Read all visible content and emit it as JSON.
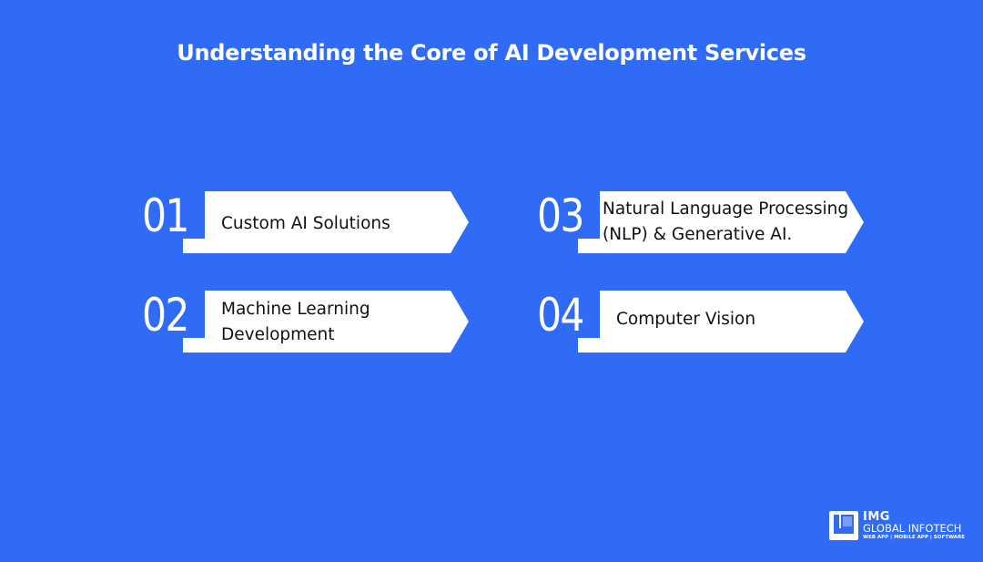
{
  "title": "Understanding the Core of AI Development Services",
  "colors": {
    "background": "#2f6bf5",
    "card": "#ffffff",
    "text": "#111111"
  },
  "cards": [
    {
      "number": "01",
      "lines": [
        "Custom AI Solutions"
      ]
    },
    {
      "number": "02",
      "lines": [
        "Machine Learning",
        "Development"
      ]
    },
    {
      "number": "03",
      "lines": [
        "Natural Language Processing",
        "(NLP) & Generative AI."
      ]
    },
    {
      "number": "04",
      "lines": [
        "Computer Vision"
      ]
    }
  ],
  "logo": {
    "name": "IMG",
    "company": "GLOBAL INFOTECH",
    "tagline": "WEB APP | MOBILE APP | SOFTWARE"
  }
}
